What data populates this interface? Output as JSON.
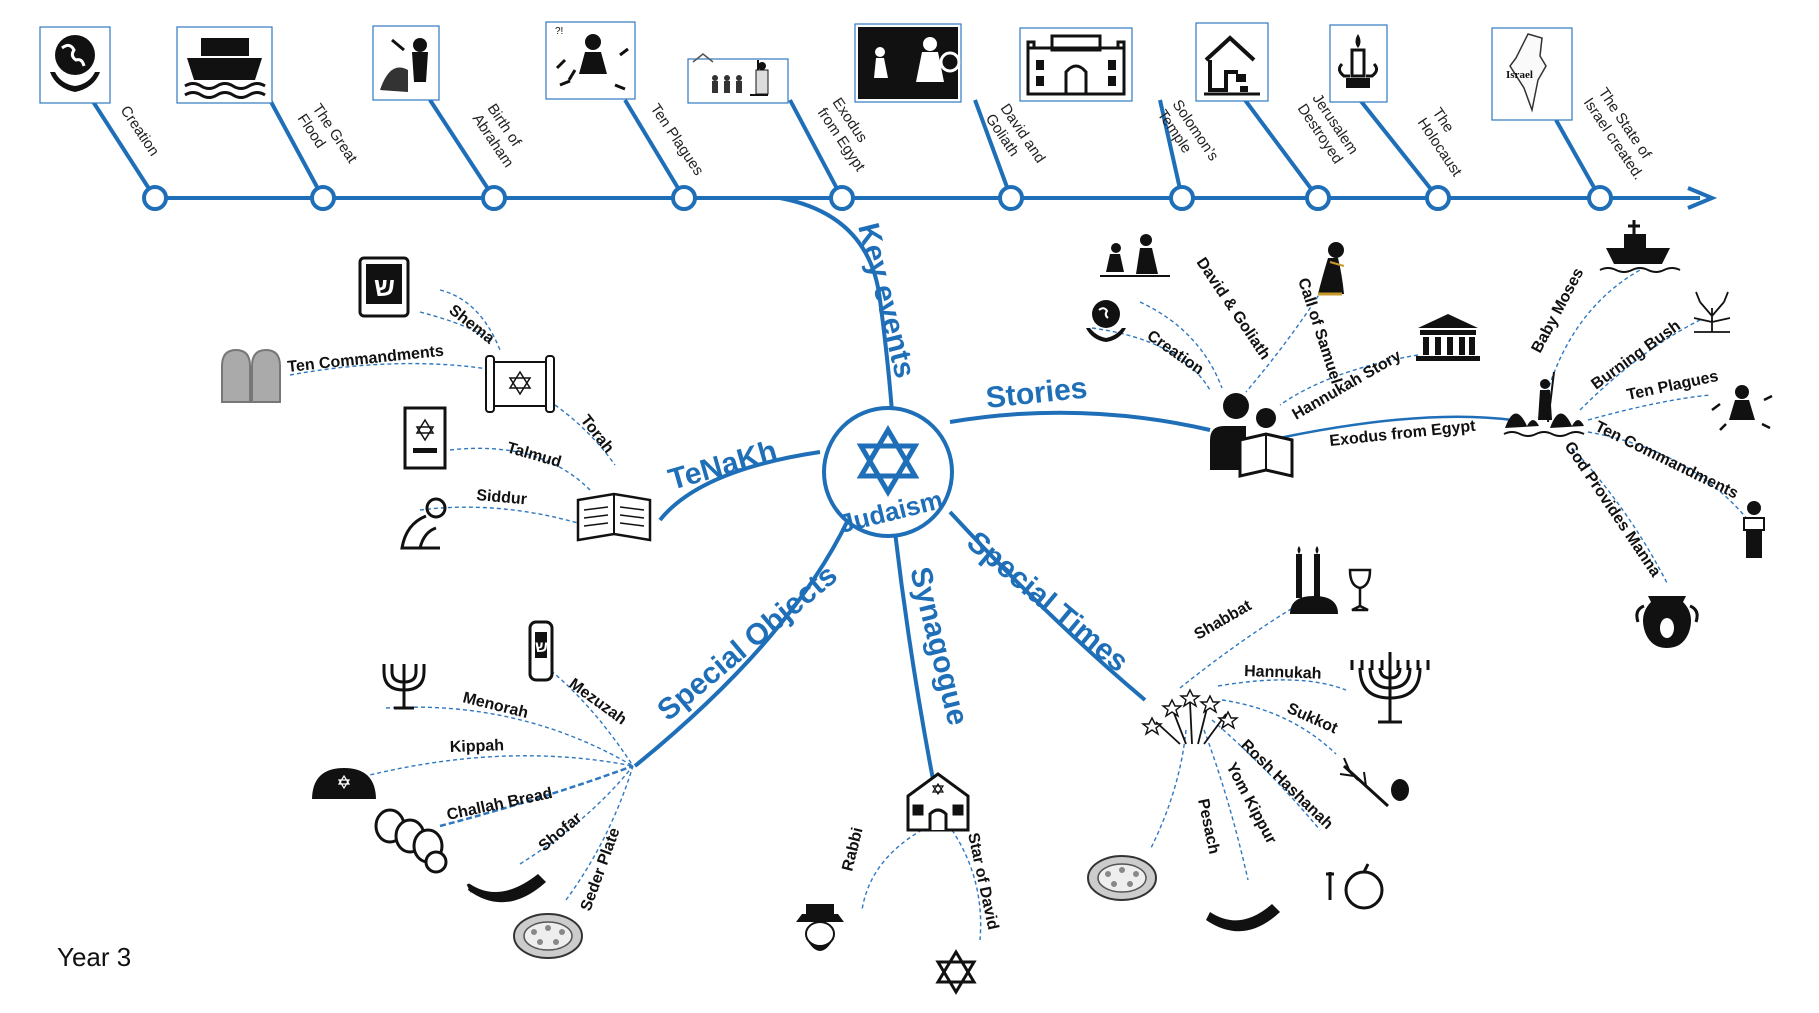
{
  "center": {
    "label": "Judaism"
  },
  "timeline": {
    "events": [
      {
        "label": "Creation",
        "icon": "earth-hands-icon"
      },
      {
        "label": "The Great Flood",
        "icon": "ark-icon"
      },
      {
        "label": "Birth of Abraham",
        "icon": "abraham-icon"
      },
      {
        "label": "Ten Plagues",
        "icon": "plagues-icon"
      },
      {
        "label": "Exodus from Egypt",
        "icon": "exodus-icon"
      },
      {
        "label": "David and Goliath",
        "icon": "david-goliath-icon"
      },
      {
        "label": "Solomon’s Temple",
        "icon": "temple-icon"
      },
      {
        "label": "Jerusalem Destroyed",
        "icon": "ruins-icon"
      },
      {
        "label": "The Holocaust",
        "icon": "candle-icon"
      },
      {
        "label": "The State of Israel created.",
        "icon": "israel-map-icon",
        "map_text": "Israel"
      }
    ]
  },
  "branches": {
    "key_events": "Key events",
    "stories": "Stories",
    "tenakh": "TeNaKh",
    "special_objects": "Special Objects",
    "synagogue": "Synagogue",
    "special_times": "Special Times"
  },
  "stories": {
    "david_goliath": "David & Goliath",
    "call_of_samuel": "Call of Samuel",
    "creation": "Creation",
    "hannukah_story": "Hannukah Story",
    "exodus": "Exodus from Egypt",
    "exodus_sub": {
      "baby_moses": "Baby Moses",
      "burning_bush": "Burning Bush",
      "ten_plagues": "Ten Plagues",
      "ten_commandments": "Ten Commandments",
      "god_provides_manna": "God Provides Manna"
    }
  },
  "tenakh": {
    "shema": "Shema",
    "ten_commandments": "Ten Commandments",
    "torah": "Torah",
    "talmud": "Talmud",
    "siddur": "Siddur"
  },
  "special_objects": {
    "menorah": "Menorah",
    "mezuzah": "Mezuzah",
    "kippah": "Kippah",
    "challah": "Challah Bread",
    "shofar": "Shofar",
    "seder_plate": "Seder Plate"
  },
  "synagogue": {
    "rabbi": "Rabbi",
    "star_of_david": "Star of David"
  },
  "special_times": {
    "shabbat": "Shabbat",
    "hannukah": "Hannukah",
    "sukkot": "Sukkot",
    "rosh_hashanah": "Rosh Hashanah",
    "yom_kippur": "Yom Kippur",
    "pesach": "Pesach"
  },
  "footer": {
    "year": "Year 3"
  },
  "colors": {
    "accent": "#1f6fb8",
    "text": "#111111"
  }
}
